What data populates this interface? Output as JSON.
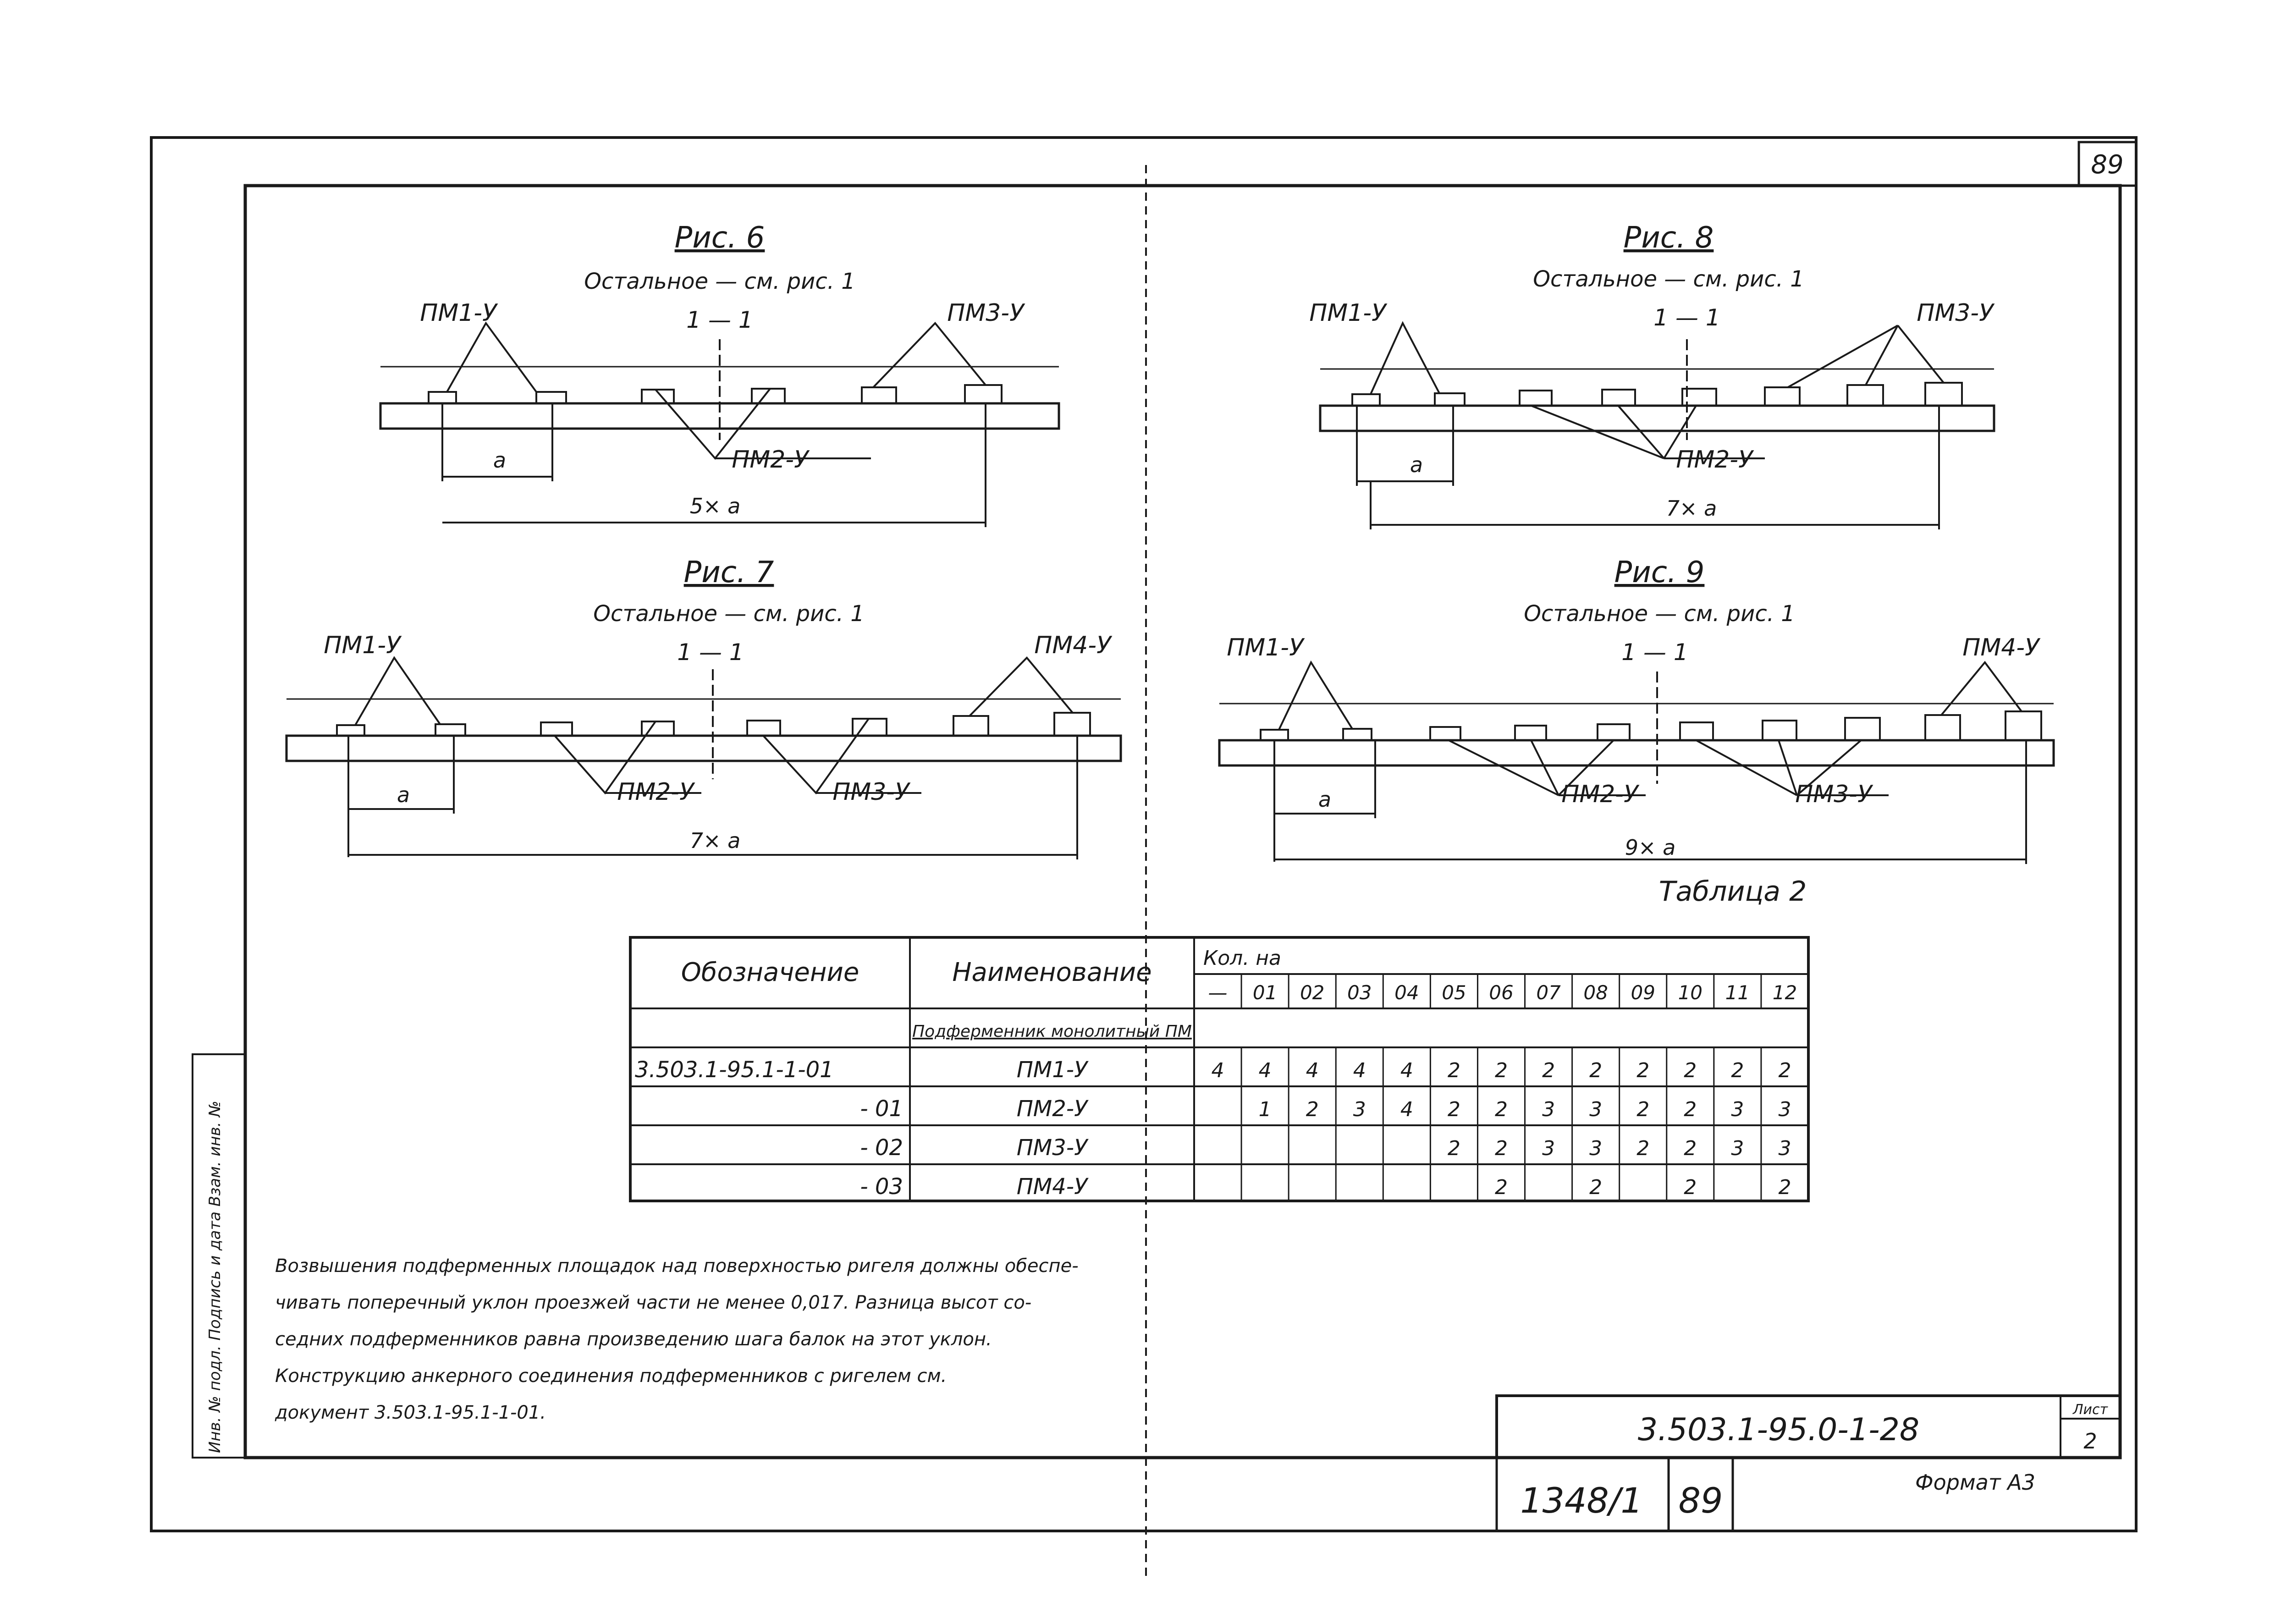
{
  "sheet_number": "89",
  "figures": [
    {
      "title": "Рис. 6",
      "note": "Остальное — см. рис. 1",
      "section": "1 — 1",
      "labels": [
        "ПМ1-У",
        "ПМ3-У",
        "ПМ2-У"
      ],
      "dim_a": "а",
      "dim_total": "5× а"
    },
    {
      "title": "Рис. 8",
      "note": "Остальное — см. рис. 1",
      "section": "1 — 1",
      "labels": [
        "ПМ1-У",
        "ПМ3-У",
        "ПМ2-У"
      ],
      "dim_a": "а",
      "dim_total": "7× а"
    },
    {
      "title": "Рис. 7",
      "note": "Остальное — см. рис. 1",
      "section": "1 — 1",
      "labels": [
        "ПМ1-У",
        "ПМ4-У",
        "ПМ2-У",
        "ПМ3-У"
      ],
      "dim_a": "а",
      "dim_total": "7× а"
    },
    {
      "title": "Рис. 9",
      "note": "Остальное — см. рис. 1",
      "section": "1 — 1",
      "labels": [
        "ПМ1-У",
        "ПМ4-У",
        "ПМ2-У",
        "ПМ3-У"
      ],
      "dim_a": "а",
      "dim_total": "9× а"
    }
  ],
  "table": {
    "title": "Таблица 2",
    "col_designation": "Обозначение",
    "col_name": "Наименование",
    "col_qty": "Кол. на",
    "qty_columns": [
      "—",
      "01",
      "02",
      "03",
      "04",
      "05",
      "06",
      "07",
      "08",
      "09",
      "10",
      "11",
      "12"
    ],
    "group_row": "Подферменник монолитный ПМ",
    "rows": [
      {
        "designation": "3.503.1-95.1-1-01",
        "name": "ПМ1-У",
        "qty": [
          "4",
          "4",
          "4",
          "4",
          "4",
          "2",
          "2",
          "2",
          "2",
          "2",
          "2",
          "2",
          "2"
        ]
      },
      {
        "designation": "- 01",
        "name": "ПМ2-У",
        "qty": [
          "",
          "1",
          "2",
          "3",
          "4",
          "2",
          "2",
          "3",
          "3",
          "2",
          "2",
          "3",
          "3"
        ]
      },
      {
        "designation": "- 02",
        "name": "ПМ3-У",
        "qty": [
          "",
          "",
          "",
          "",
          "",
          "2",
          "2",
          "3",
          "3",
          "2",
          "2",
          "3",
          "3"
        ]
      },
      {
        "designation": "- 03",
        "name": "ПМ4-У",
        "qty": [
          "",
          "",
          "",
          "",
          "",
          "",
          "2",
          "",
          "2",
          "",
          "2",
          "",
          "2"
        ]
      }
    ]
  },
  "notes": [
    "Возвышения подферменных площадок над поверхностью ригеля должны обеспе-",
    "чивать поперечный уклон проезжей части не менее 0,017. Разница высот со-",
    "седних подферменников равна произведению шага балок на этот уклон.",
    "Конструкцию анкерного соединения подферменников с ригелем см.",
    "документ 3.503.1-95.1-1-01."
  ],
  "side_stamp": "Инв. № подл. Подпись и дата Взам. инв. №",
  "title_block": {
    "doc_code": "3.503.1-95.0-1-28",
    "sheet_label": "Лист",
    "sheet_value": "2",
    "archive_no": "1348/1",
    "page_no": "89",
    "format": "Формат А3"
  }
}
